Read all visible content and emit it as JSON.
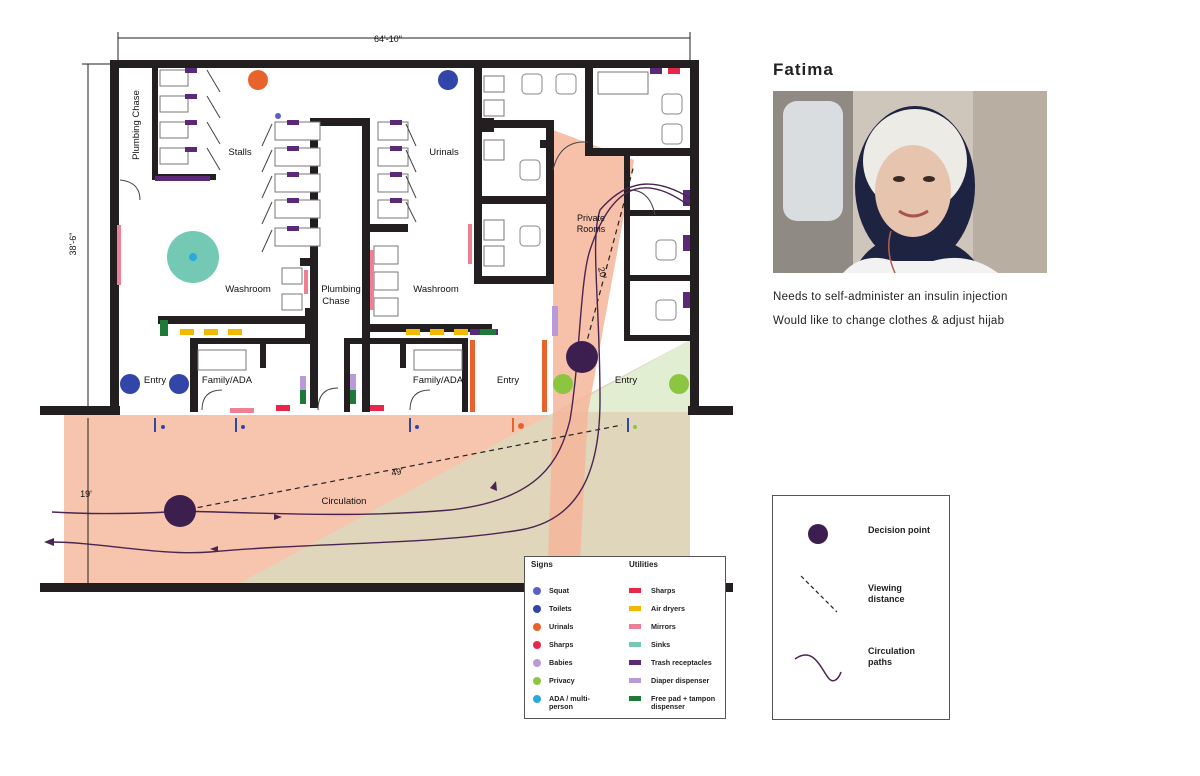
{
  "plan": {
    "dims": {
      "width": "64'-10\"",
      "height": "38'-6\"",
      "circulation_width": "19'",
      "view_long": "49'",
      "view_short": "20'"
    },
    "rooms": {
      "plumbing_chase_left": "Plumbing Chase",
      "stalls": "Stalls",
      "urinals": "Urinals",
      "washroom_left": "Washroom",
      "plumbing_chase_center_1": "Plumbing",
      "plumbing_chase_center_2": "Chase",
      "washroom_right": "Washroom",
      "private_rooms_1": "Private",
      "private_rooms_2": "Rooms",
      "entry_1": "Entry",
      "family_ada_1": "Family/ADA",
      "family_ada_2": "Family/ADA",
      "entry_2": "Entry",
      "entry_3": "Entry",
      "circulation": "Circulation"
    }
  },
  "persona": {
    "name": "Fatima",
    "needs": [
      "Needs to self-administer an insulin injection",
      "Would like to change clothes & adjust hijab"
    ]
  },
  "legend_signs": {
    "title": "Signs",
    "items": [
      {
        "label": "Squat",
        "color": "#5b5fc7"
      },
      {
        "label": "Toilets",
        "color": "#3146a8"
      },
      {
        "label": "Urinals",
        "color": "#e8632b"
      },
      {
        "label": "Sharps",
        "color": "#e8264a"
      },
      {
        "label": "Babies",
        "color": "#b99ad8"
      },
      {
        "label": "Privacy",
        "color": "#8cc540"
      },
      {
        "label": "ADA / multi-person",
        "color": "#2aa8e0"
      }
    ]
  },
  "legend_utilities": {
    "title": "Utilities",
    "items": [
      {
        "label": "Sharps",
        "color": "#e8264a"
      },
      {
        "label": "Air dryers",
        "color": "#f4b800"
      },
      {
        "label": "Mirrors",
        "color": "#ef7f93"
      },
      {
        "label": "Sinks",
        "color": "#74c9b4"
      },
      {
        "label": "Trash receptacles",
        "color": "#5a2a78"
      },
      {
        "label": "Diaper dispenser",
        "color": "#b99ad8"
      },
      {
        "label": "Free pad + tampon dispenser",
        "color": "#1f7a3a"
      }
    ]
  },
  "legend_markers": {
    "decision_point": "Decision point",
    "viewing_distance": "Viewing distance",
    "circulation_paths": "Circulation paths"
  },
  "colors": {
    "wall": "#231f20",
    "path": "#4a2551",
    "decision": "#3d1f4f",
    "view_orange": "#f7bfa5",
    "view_green": "#dfeccc",
    "view_dark": "#d9a98c"
  }
}
